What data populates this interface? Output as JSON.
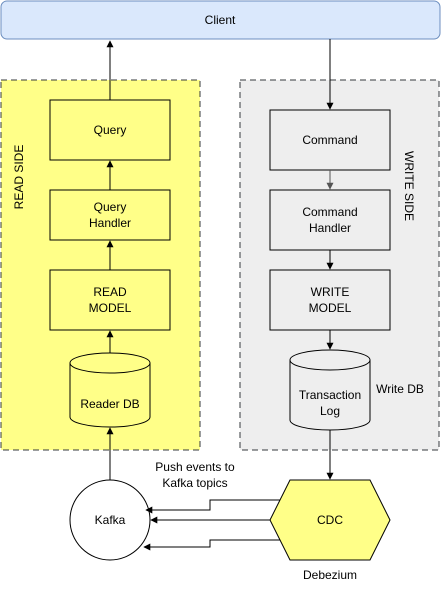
{
  "client": {
    "label": "Client"
  },
  "read_side": {
    "label": "READ SIDE",
    "query": "Query",
    "query_handler": [
      "Query",
      "Handler"
    ],
    "read_model": [
      "READ",
      "MODEL"
    ],
    "reader_db": "Reader DB"
  },
  "write_side": {
    "label": "WRITE SIDE",
    "command": "Command",
    "command_handler": [
      "Command",
      "Handler"
    ],
    "write_model": [
      "WRITE",
      "MODEL"
    ],
    "transaction_log": [
      "Transaction",
      "Log"
    ],
    "write_db_label": "Write DB"
  },
  "kafka": {
    "label": "Kafka"
  },
  "cdc": {
    "label": "CDC",
    "caption": "Debezium"
  },
  "push_events": [
    "Push events to",
    "Kafka topics"
  ],
  "colors": {
    "client_fill": "#dae8fc",
    "client_stroke": "#6c8ebf",
    "read_fill": "#ffff88",
    "write_fill": "#eeeeee",
    "cdc_fill": "#ffff88"
  }
}
